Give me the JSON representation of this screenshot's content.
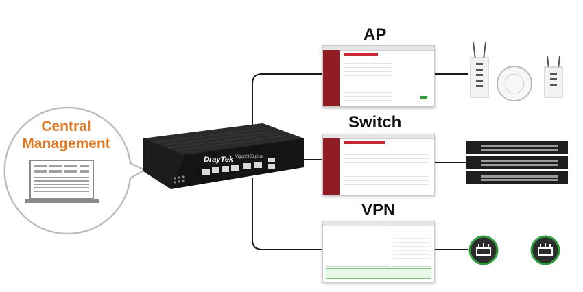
{
  "central": {
    "line1": "Central",
    "line2": "Management"
  },
  "device": {
    "brand": "DrayTek",
    "model": "Vigor2926 plus"
  },
  "sections": {
    "ap": {
      "title": "AP"
    },
    "switch": {
      "title": "Switch"
    },
    "vpn": {
      "title": "VPN"
    }
  },
  "colors": {
    "accent": "#e07a26",
    "line": "#1a1a1a",
    "vpn_green": "#2f9e3a",
    "circle_border": "#bdbdbd"
  },
  "icons": [
    "laptop-icon",
    "router-device",
    "ap-antenna-icon",
    "ceiling-ap-icon",
    "switch-icon",
    "vpn-router-icon"
  ]
}
